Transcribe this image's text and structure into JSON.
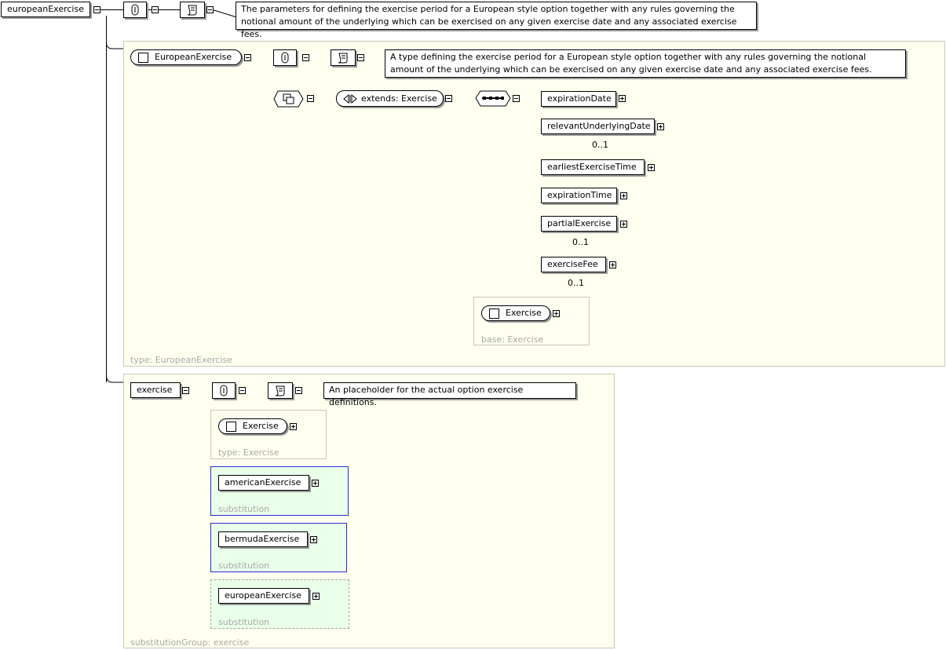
{
  "root": {
    "name": "europeanExercise",
    "documentation": "The parameters for defining the exercise period for a European style option together with any rules governing the notional amount of the underlying which can be exercised on any given exercise date and any associated exercise fees."
  },
  "type_panel": {
    "label": "type: EuropeanExercise",
    "complex_type": {
      "name": "EuropeanExercise",
      "documentation": "A type defining the exercise period for a European style option together with any rules governing the notional amount of the underlying which can be exercised on any given exercise date and any associated exercise fees."
    },
    "extension": {
      "label": "extends: Exercise"
    },
    "sequence_elements": [
      {
        "name": "expirationDate",
        "occurs": ""
      },
      {
        "name": "relevantUnderlyingDate",
        "occurs": "0..1"
      },
      {
        "name": "earliestExerciseTime",
        "occurs": ""
      },
      {
        "name": "expirationTime",
        "occurs": ""
      },
      {
        "name": "partialExercise",
        "occurs": "0..1"
      },
      {
        "name": "exerciseFee",
        "occurs": "0..1"
      }
    ],
    "base_panel": {
      "type_name": "Exercise",
      "label": "base: Exercise"
    }
  },
  "group_panel": {
    "label": "substitutionGroup: exercise",
    "element": {
      "name": "exercise",
      "documentation": "An placeholder for the actual option exercise definitions."
    },
    "type_box": {
      "type_name": "Exercise",
      "label": "type: Exercise"
    },
    "substitutions": [
      {
        "name": "americanExercise",
        "label": "substitution"
      },
      {
        "name": "bermudaExercise",
        "label": "substitution"
      },
      {
        "name": "europeanExercise",
        "label": "substitution"
      }
    ]
  },
  "colors": {
    "panel_bg": "#ffffef",
    "substitution_bg": "#eaffea",
    "substitution_border": "#2a2ad8",
    "muted_text": "#a8a8a8"
  }
}
